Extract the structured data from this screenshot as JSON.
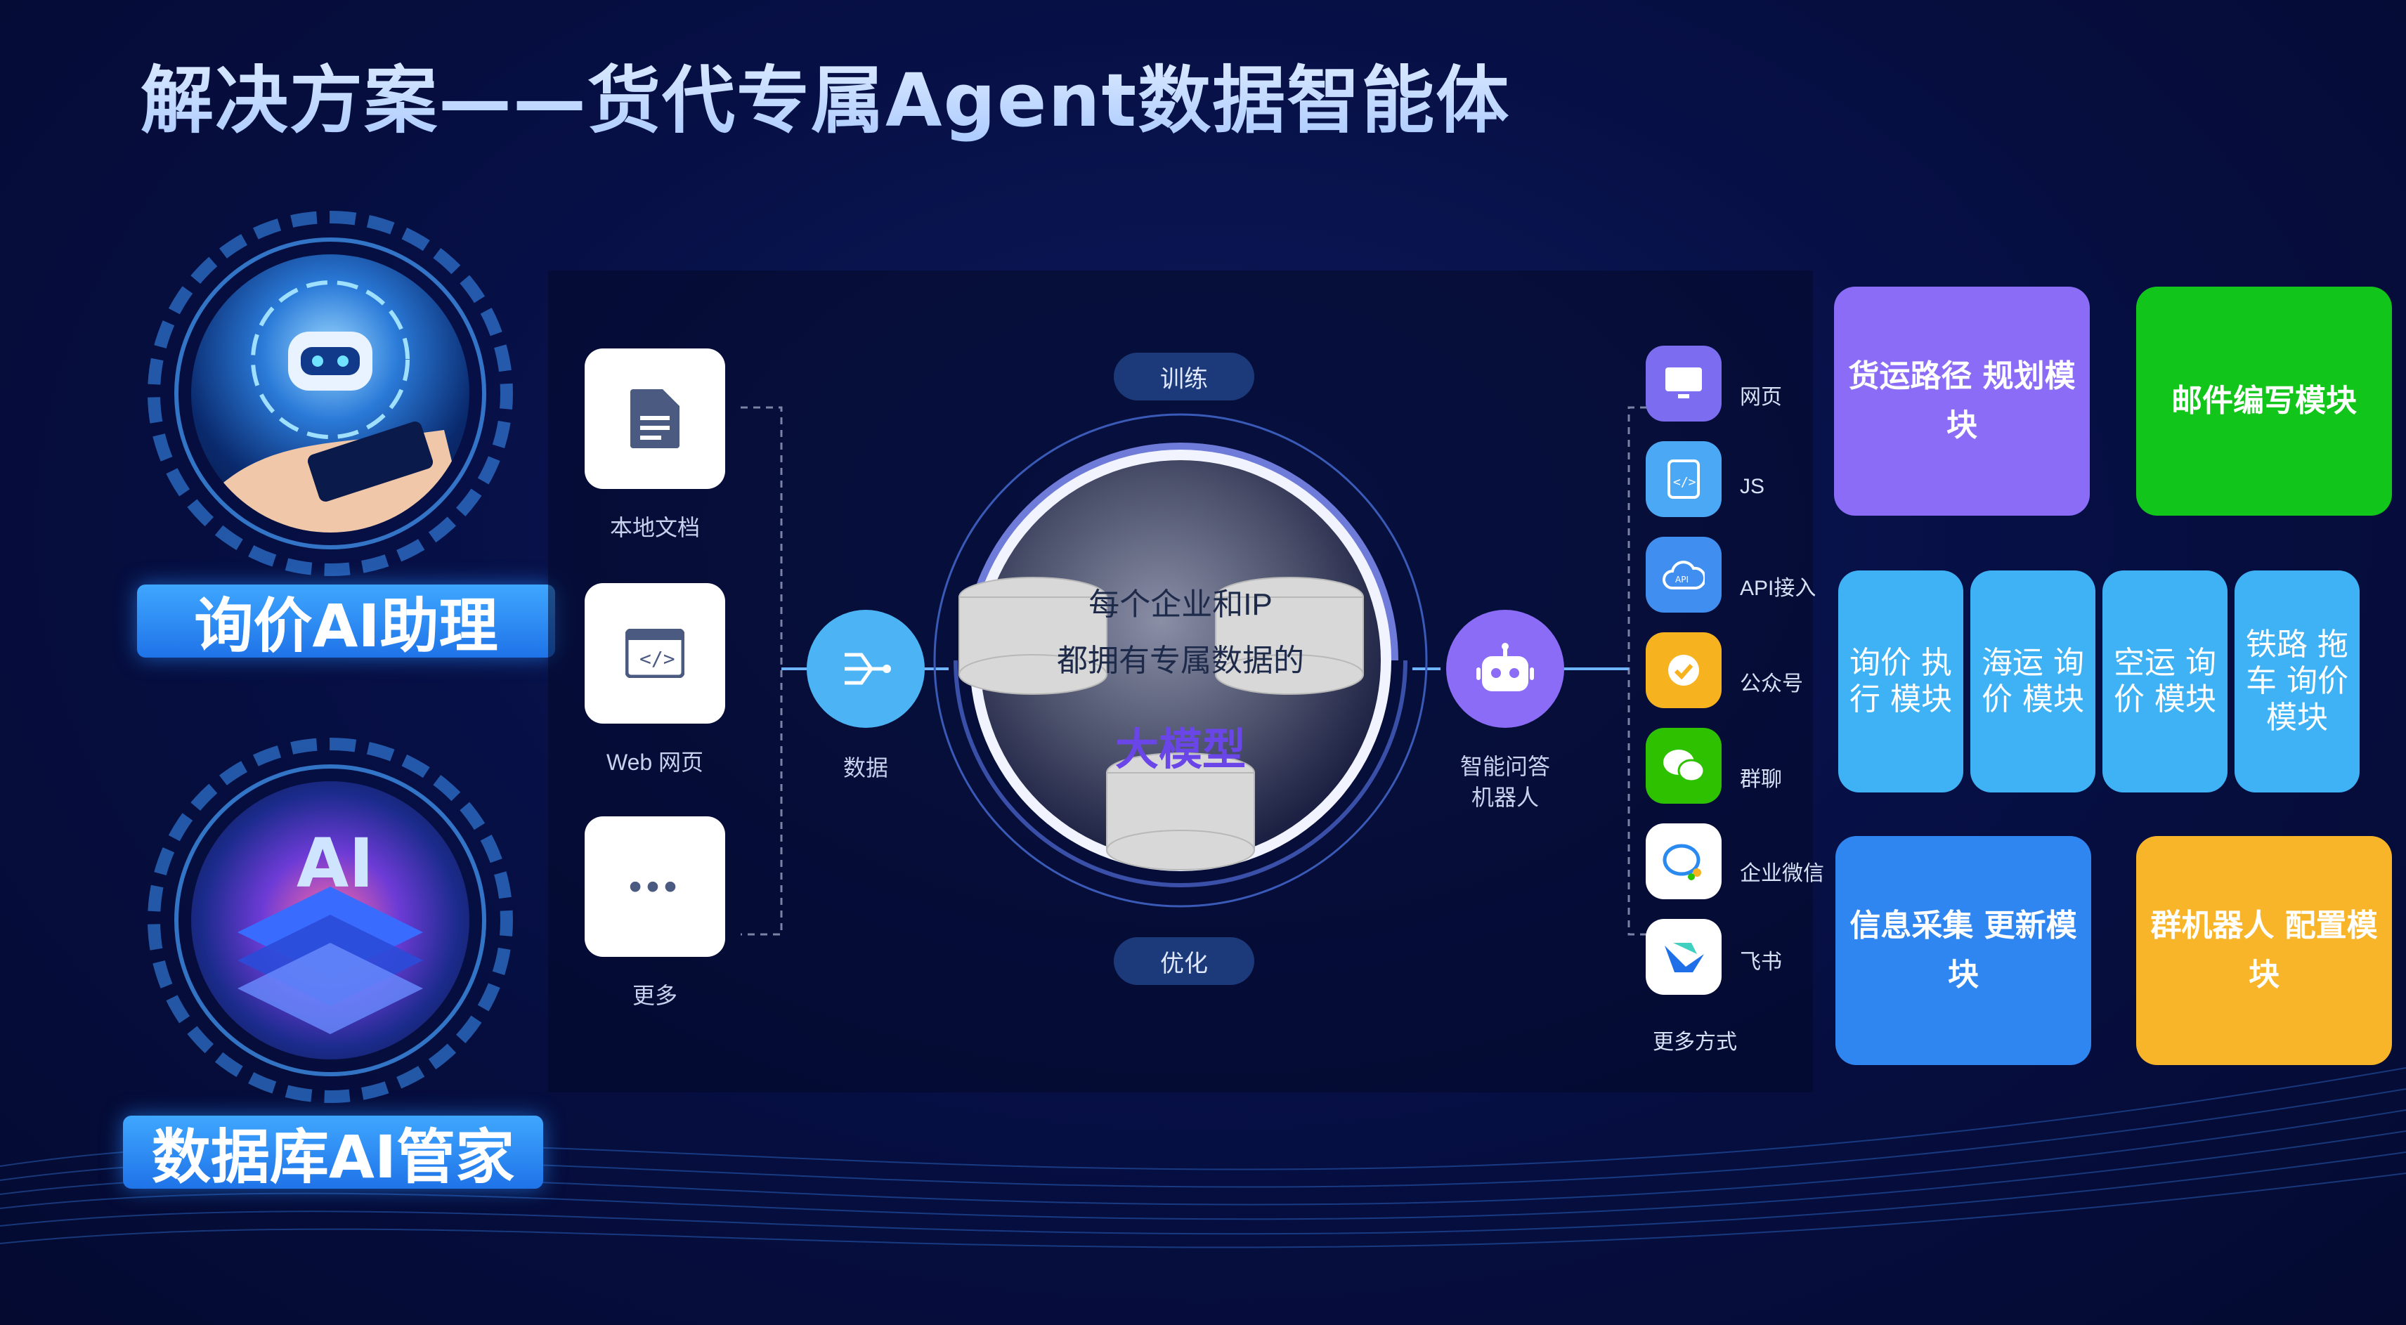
{
  "title": "解决方案——货代专属Agent数据智能体",
  "left": {
    "assistant_label": "询价AI助理",
    "db_label": "数据库AI管家"
  },
  "sources": [
    {
      "label": "本地文档",
      "icon": "document-icon"
    },
    {
      "label": "Web 网页",
      "icon": "code-window-icon"
    },
    {
      "label": "更多",
      "icon": "more-icon"
    }
  ],
  "center": {
    "data_label": "数据",
    "train_label": "训练",
    "optimize_label": "优化",
    "core_line1": "每个企业和IP",
    "core_line2": "都拥有专属数据的",
    "core_line3": "大模型",
    "bot_label_line1": "智能问答",
    "bot_label_line2": "机器人"
  },
  "channels": [
    {
      "label": "网页",
      "icon": "monitor-icon",
      "color": "#7b6cf0"
    },
    {
      "label": "JS",
      "icon": "js-file-icon",
      "color": "#4aa8f5"
    },
    {
      "label": "API接入",
      "icon": "api-cloud-icon",
      "color": "#3f8ef0"
    },
    {
      "label": "公众号",
      "icon": "official-account-icon",
      "color": "#f6b21f"
    },
    {
      "label": "群聊",
      "icon": "wechat-icon",
      "color": "#2dc100"
    },
    {
      "label": "企业微信",
      "icon": "wecom-icon",
      "color": "#ffffff"
    },
    {
      "label": "飞书",
      "icon": "feishu-icon",
      "color": "#ffffff"
    }
  ],
  "channels_more": "更多方式",
  "modules": {
    "route": "货运路径 规划模块",
    "mail": "邮件编写模块",
    "inquiry_exec": "询价 执行 模块",
    "sea": "海运 询价 模块",
    "air": "空运 询价 模块",
    "rail": "铁路 拖车 询价 模块",
    "info": "信息采集 更新模块",
    "groupbot": "群机器人 配置模块"
  },
  "colors": {
    "purple": "#8b6cf6",
    "green": "#12c51a",
    "light_blue": "#3fb2f6",
    "blue": "#2f86f0",
    "orange": "#f8b52a"
  }
}
